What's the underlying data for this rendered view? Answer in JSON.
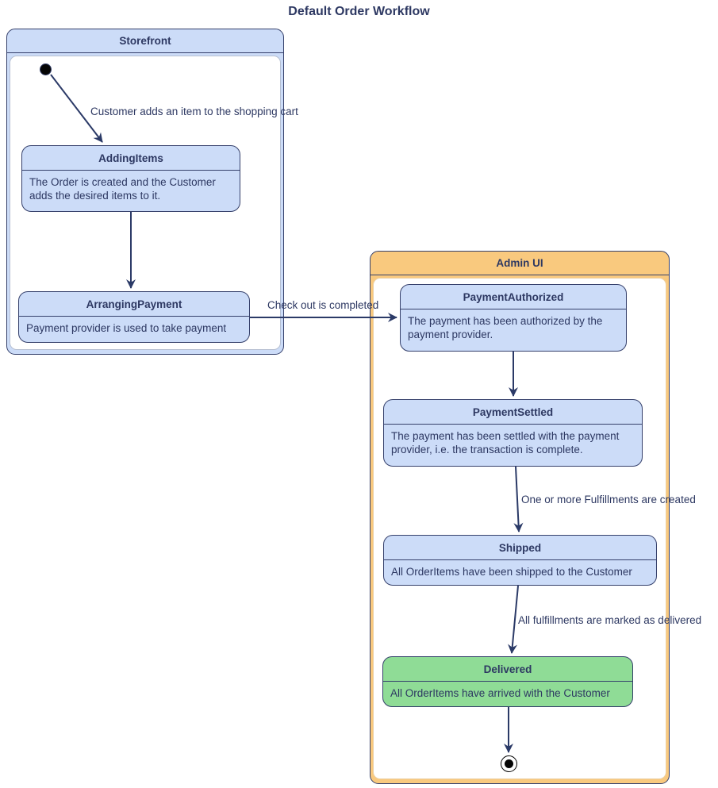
{
  "diagram_title": "Default Order Workflow",
  "containers": {
    "storefront": {
      "label": "Storefront"
    },
    "admin_ui": {
      "label": "Admin UI"
    }
  },
  "states": {
    "adding_items": {
      "name": "AddingItems",
      "description": "The Order is created and the Customer adds the desired items to it."
    },
    "arranging_payment": {
      "name": "ArrangingPayment",
      "description": "Payment provider is used to take payment"
    },
    "payment_authorized": {
      "name": "PaymentAuthorized",
      "description": "The payment has been authorized by the payment provider."
    },
    "payment_settled": {
      "name": "PaymentSettled",
      "description": "The payment has been settled with the payment provider, i.e. the transaction is complete."
    },
    "shipped": {
      "name": "Shipped",
      "description": "All OrderItems have been shipped to the Customer"
    },
    "delivered": {
      "name": "Delivered",
      "description": "All OrderItems have arrived with the Customer"
    }
  },
  "transitions": {
    "t1": {
      "from": "initial",
      "to": "AddingItems",
      "label": "Customer adds an item to the shopping cart"
    },
    "t2": {
      "from": "AddingItems",
      "to": "ArrangingPayment"
    },
    "t3": {
      "from": "ArrangingPayment",
      "to": "PaymentAuthorized",
      "label": "Check out is completed"
    },
    "t4": {
      "from": "PaymentAuthorized",
      "to": "PaymentSettled"
    },
    "t5": {
      "from": "PaymentSettled",
      "to": "Shipped",
      "label": "One or more Fulfillments are created"
    },
    "t6": {
      "from": "Shipped",
      "to": "Delivered",
      "label": "All fulfillments are marked as delivered"
    },
    "t7": {
      "from": "Delivered",
      "to": "final"
    }
  },
  "colors": {
    "state_fill": "#ccdcf8",
    "delivered_fill": "#8fdc96",
    "admin_header_fill": "#f9c97e",
    "border": "#35406b",
    "text": "#2d3862",
    "arrow": "#2b3a67"
  }
}
